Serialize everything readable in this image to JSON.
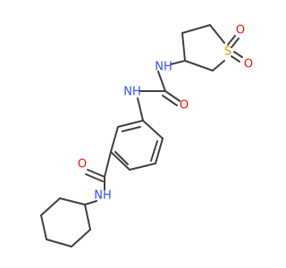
{
  "molecule": {
    "labels": {
      "n_thiolane": "NH",
      "n_urea": "NH",
      "o_urea": "O",
      "s_sulfone": "S",
      "o_sulfone_top": "O",
      "o_sulfone_right": "O",
      "o_amide": "O",
      "n_amide": "NH"
    }
  },
  "colors": {
    "bond": "#404040",
    "nitrogen": "#3050f8",
    "oxygen": "#ff0d0d",
    "sulfur": "#c8a800",
    "background": "#ffffff"
  }
}
